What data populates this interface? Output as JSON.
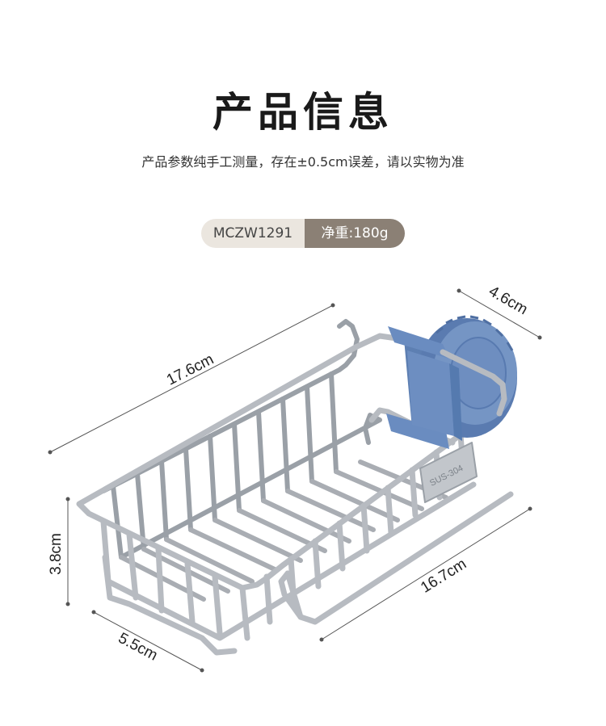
{
  "header": {
    "title": "产品信息",
    "subtitle": "产品参数纯手工测量，存在±0.5cm误差，请以实物为准"
  },
  "spec_pill": {
    "model": "MCZW1291",
    "weight": "净重:180g"
  },
  "dimensions": {
    "top_length": "17.6cm",
    "depth": "4.6cm",
    "height": "3.8cm",
    "width": "5.5cm",
    "bottom_length": "16.7cm"
  },
  "product": {
    "engraving": "SUS-304"
  },
  "colors": {
    "steel": "#a9adb3",
    "steel_dark": "#8a8f96",
    "clamp_blue": "#6f8fbe",
    "pill_light": "#ebe6df",
    "pill_dark": "#8b8075"
  }
}
